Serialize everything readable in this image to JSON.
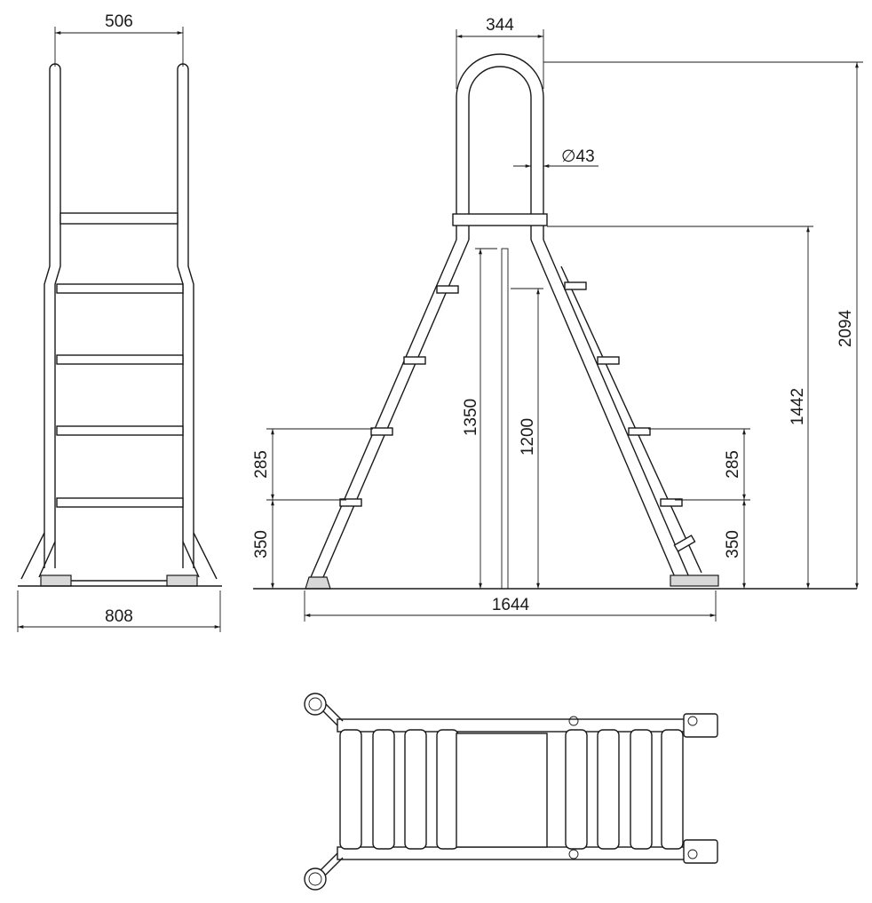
{
  "drawing": {
    "front_view": {
      "top_width": "506",
      "base_width": "808"
    },
    "side_view": {
      "arch_width": "344",
      "tube_diameter": "∅43",
      "total_height": "2094",
      "platform_height": "1442",
      "inner_height": "1350",
      "water_depth": "1200",
      "left_step_spacing": "285",
      "left_first_step": "350",
      "right_step_spacing": "285",
      "right_first_step": "350",
      "footprint_length": "1644"
    }
  }
}
